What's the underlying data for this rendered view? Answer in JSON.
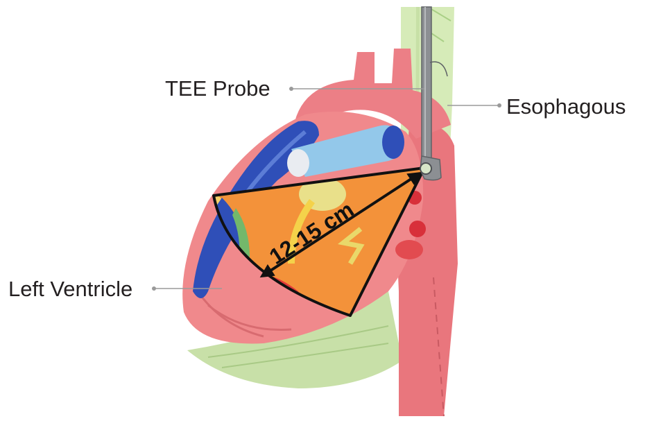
{
  "labels": {
    "tee_probe": "TEE Probe",
    "esophagous": "Esophagous",
    "left_ventricle": "Left Ventricle",
    "measurement": "12-15 cm"
  },
  "colors": {
    "aorta": "#e8737a",
    "heart_muscle": "#ee8a8c",
    "vein_blue": "#2f4fb8",
    "vessel_light_blue": "#8fc3e6",
    "esophagus": "#cfe6b0",
    "probe": "#8c8f93",
    "ultrasound_sector": "#f3923a",
    "left_ventricle_red": "#e23a3a",
    "leader_line": "#9a9a9a",
    "text": "#231f20"
  }
}
